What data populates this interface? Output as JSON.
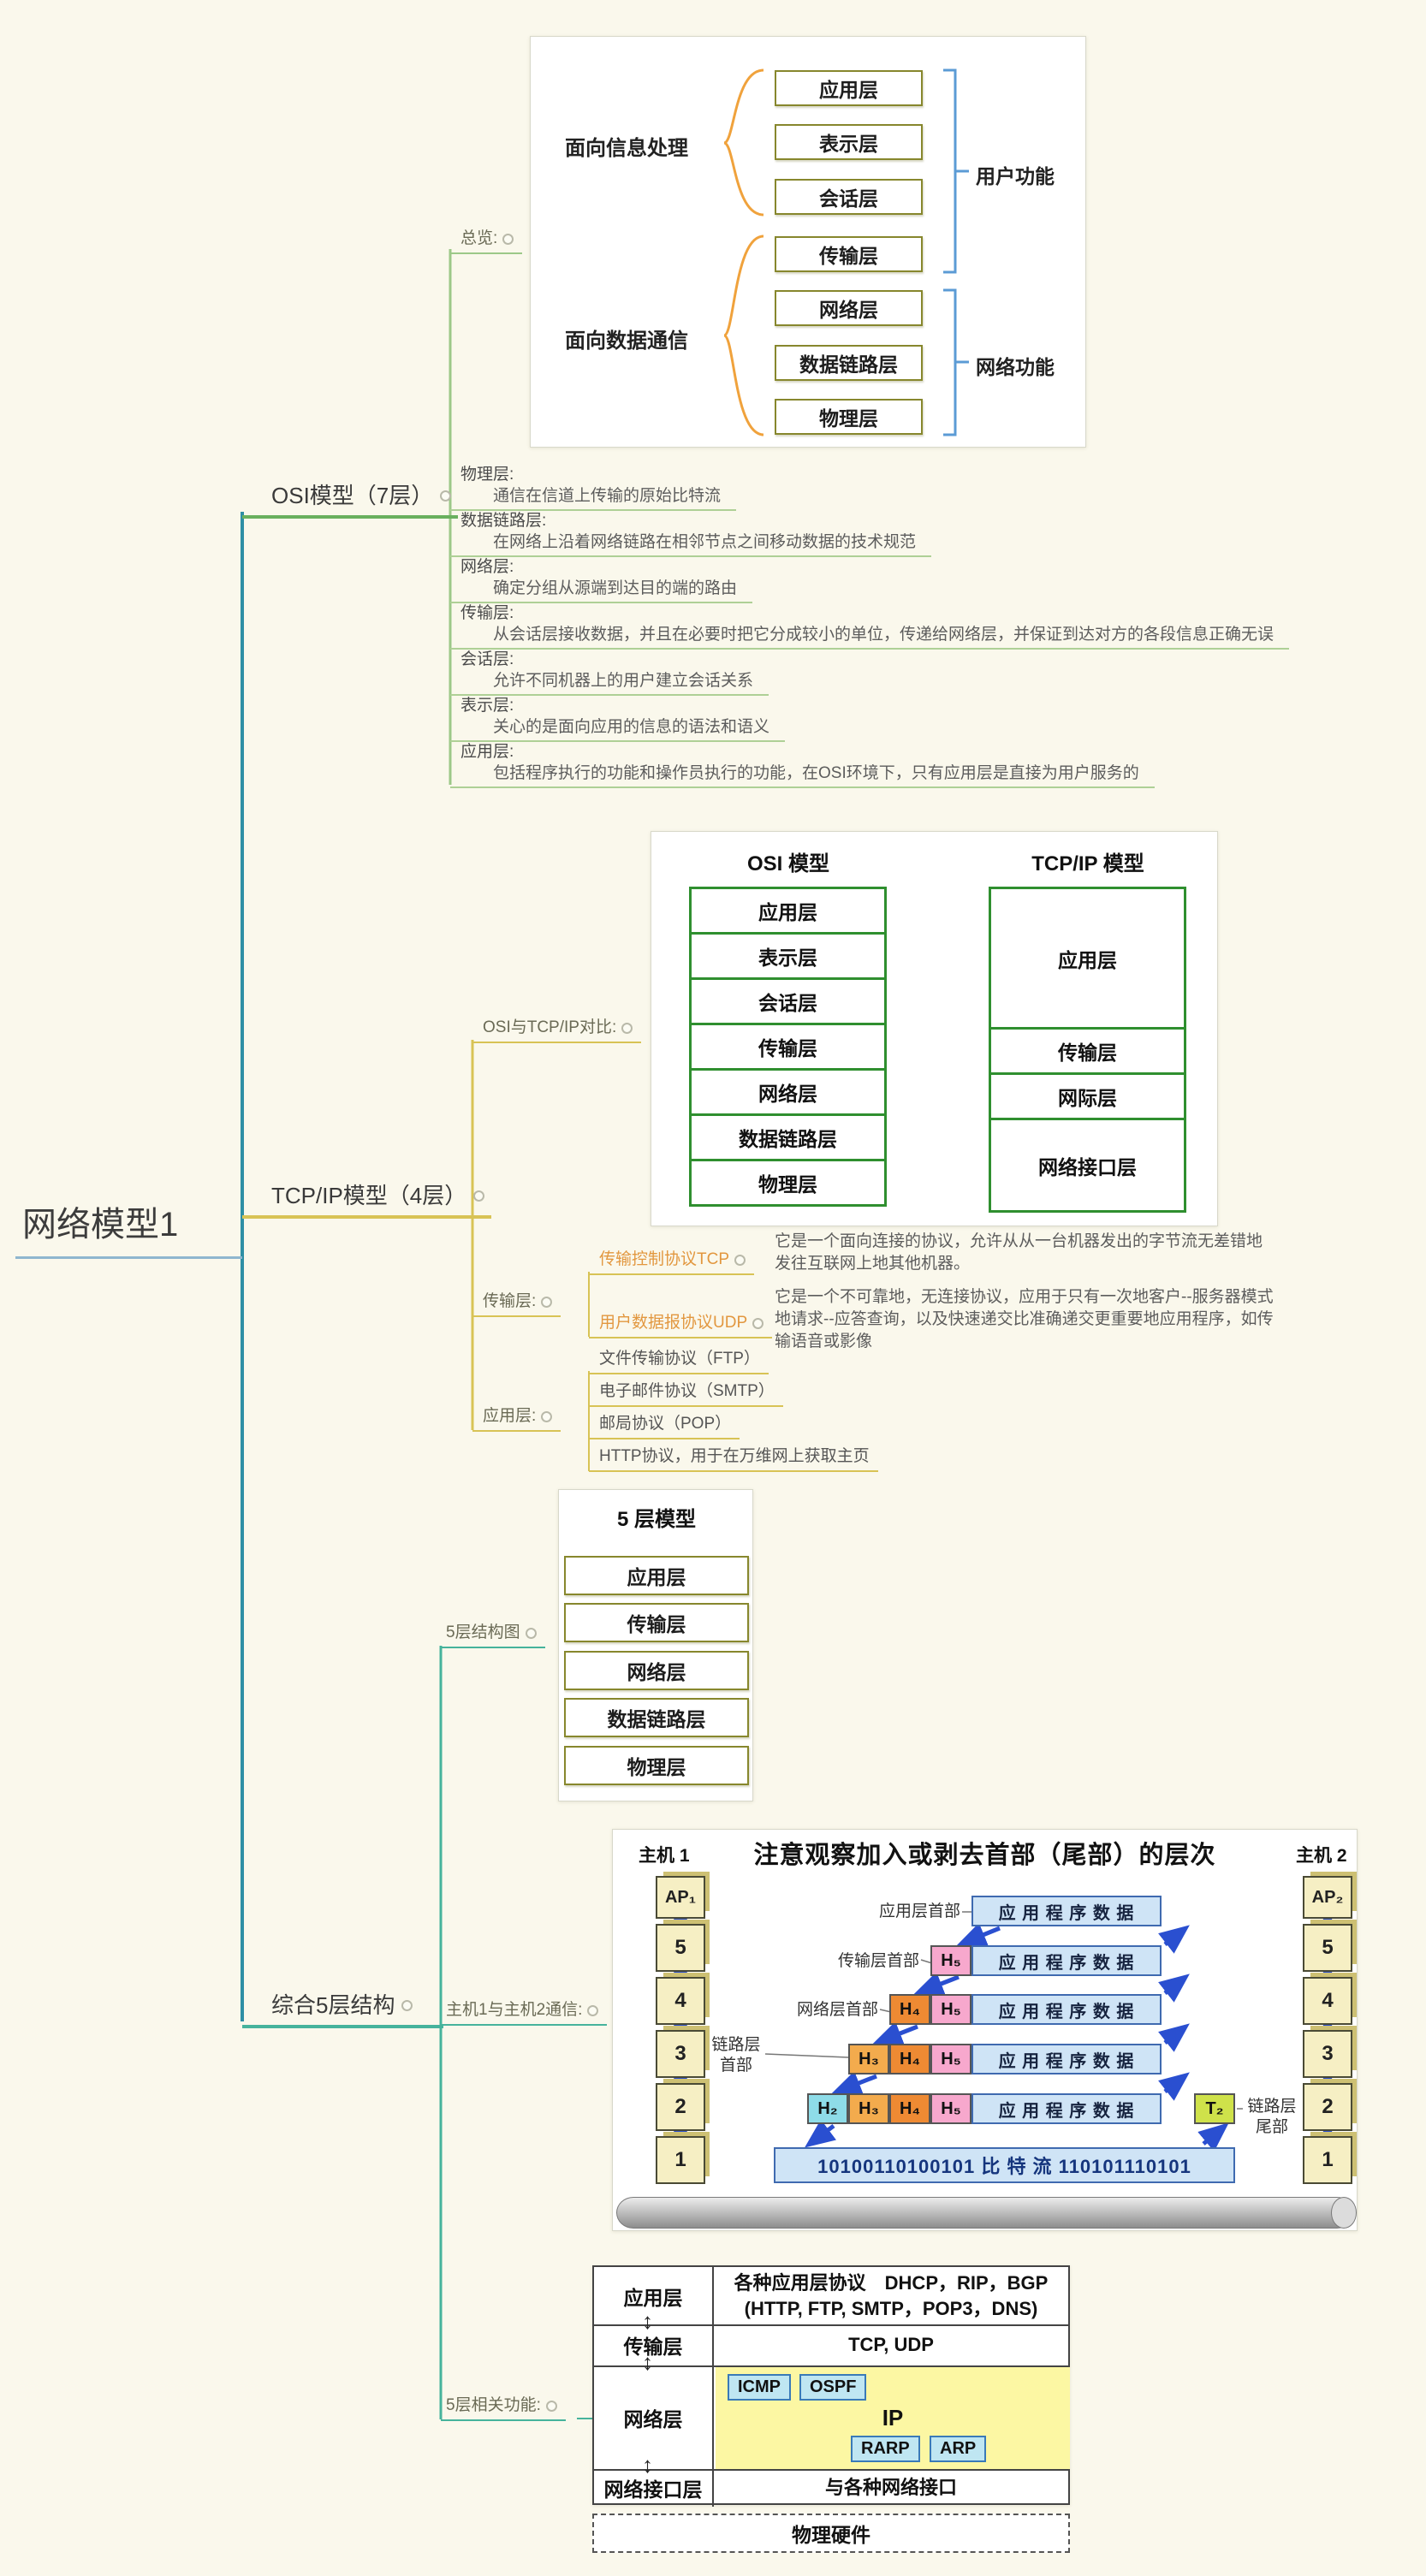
{
  "icons": {
    "updown_arrow": "↕"
  },
  "root": {
    "label": "网络模型1"
  },
  "osi": {
    "label": "OSI模型（7层）",
    "overview": {
      "label": "总览:",
      "info_group": "面向信息处理",
      "data_group": "面向数据通信",
      "user_fn": "用户功能",
      "net_fn": "网络功能",
      "layers": [
        "应用层",
        "表示层",
        "会话层",
        "传输层",
        "网络层",
        "数据链路层",
        "物理层"
      ]
    },
    "items": [
      {
        "label": "物理层:",
        "desc": "通信在信道上传输的原始比特流"
      },
      {
        "label": "数据链路层:",
        "desc": "在网络上沿着网络链路在相邻节点之间移动数据的技术规范"
      },
      {
        "label": "网络层:",
        "desc": "确定分组从源端到达目的端的路由"
      },
      {
        "label": "传输层:",
        "desc": "从会话层接收数据，并且在必要时把它分成较小的单位，传递给网络层，并保证到达对方的各段信息正确无误"
      },
      {
        "label": "会话层:",
        "desc": "允许不同机器上的用户建立会话关系"
      },
      {
        "label": "表示层:",
        "desc": "关心的是面向应用的信息的语法和语义"
      },
      {
        "label": "应用层:",
        "desc": "包括程序执行的功能和操作员执行的功能，在OSI环境下，只有应用层是直接为用户服务的"
      }
    ]
  },
  "tcpip": {
    "label": "TCP/IP模型（4层）",
    "compare": {
      "label": "OSI与TCP/IP对比:",
      "osi_title": "OSI 模型",
      "tcpip_title": "TCP/IP 模型",
      "osi_layers": [
        "应用层",
        "表示层",
        "会话层",
        "传输层",
        "网络层",
        "数据链路层",
        "物理层"
      ],
      "tcpip_layers": [
        "应用层",
        "传输层",
        "网际层",
        "网络接口层"
      ]
    },
    "transport": {
      "label": "传输层:",
      "tcp_name": "传输控制协议TCP",
      "tcp_desc": "它是一个面向连接的协议，允许从从一台机器发出的字节流无差错地发往互联网上地其他机器。",
      "udp_name": "用户数据报协议UDP",
      "udp_desc": "它是一个不可靠地，无连接协议，应用于只有一次地客户--服务器模式地请求--应答查询，以及快速递交比准确递交更重要地应用程序，如传输语音或影像"
    },
    "application": {
      "label": "应用层:",
      "items": [
        "文件传输协议（FTP）",
        "电子邮件协议（SMTP）",
        "邮局协议（POP）",
        "HTTP协议，用于在万维网上获取主页"
      ]
    }
  },
  "five": {
    "label": "综合5层结构",
    "structure": {
      "label": "5层结构图",
      "title": "5 层模型",
      "layers": [
        "应用层",
        "传输层",
        "网络层",
        "数据链路层",
        "物理层"
      ]
    },
    "comm": {
      "label": "主机1与主机2通信:",
      "title": "注意观察加入或剥去首部（尾部）的层次",
      "host1": "主机 1",
      "host2": "主机 2",
      "ap1": "AP₁",
      "ap2": "AP₂",
      "tower_layers": [
        "5",
        "4",
        "3",
        "2",
        "1"
      ],
      "app_header": "应用层首部",
      "trans_header": "传输层首部",
      "net_header": "网络层首部",
      "link_header": "链路层首部",
      "link_trailer": "链路层尾部",
      "app_data": "应 用 程 序 数 据",
      "h5": "H₅",
      "h4": "H₄",
      "h3": "H₃",
      "h2": "H₂",
      "t2": "T₂",
      "bitstream": "10100110100101 比 特 流 110101110101"
    },
    "functions": {
      "label": "5层相关功能:",
      "app_layer": "应用层",
      "app_content_1": "各种应用层协议　DHCP，RIP，BGP",
      "app_content_2": "(HTTP, FTP, SMTP，POP3，DNS)",
      "trans_layer": "传输层",
      "trans_content": "TCP, UDP",
      "net_layer": "网络层",
      "icmp": "ICMP",
      "ospf": "OSPF",
      "ip": "IP",
      "rarp": "RARP",
      "arp": "ARP",
      "link_layer": "网络接口层",
      "link_content": "与各种网络接口",
      "hw": "物理硬件"
    }
  }
}
